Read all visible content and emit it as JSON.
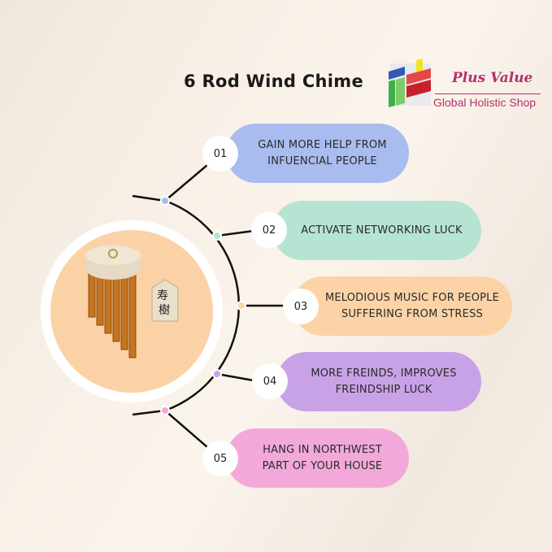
{
  "header": {
    "title": "6 Rod Wind Chime"
  },
  "logo": {
    "brand": "Plus Value",
    "tagline": "Global Holistic Shop"
  },
  "colors": {
    "blue": "#a9bcef",
    "mint": "#b6e4d2",
    "peach": "#fbd3a6",
    "purple": "#c8a2e6",
    "pink": "#f2a9d9"
  },
  "items": [
    {
      "number": "01",
      "text": "GAIN MORE HELP FROM INFUENCIAL PEOPLE"
    },
    {
      "number": "02",
      "text": "ACTIVATE NETWORKING LUCK"
    },
    {
      "number": "03",
      "text": "MELODIOUS MUSIC FOR PEOPLE SUFFERING FROM STRESS"
    },
    {
      "number": "04",
      "text": "MORE FREINDS, IMPROVES FREINDSHIP LUCK"
    },
    {
      "number": "05",
      "text": "HANG IN NORTHWEST PART OF YOUR HOUSE"
    }
  ]
}
